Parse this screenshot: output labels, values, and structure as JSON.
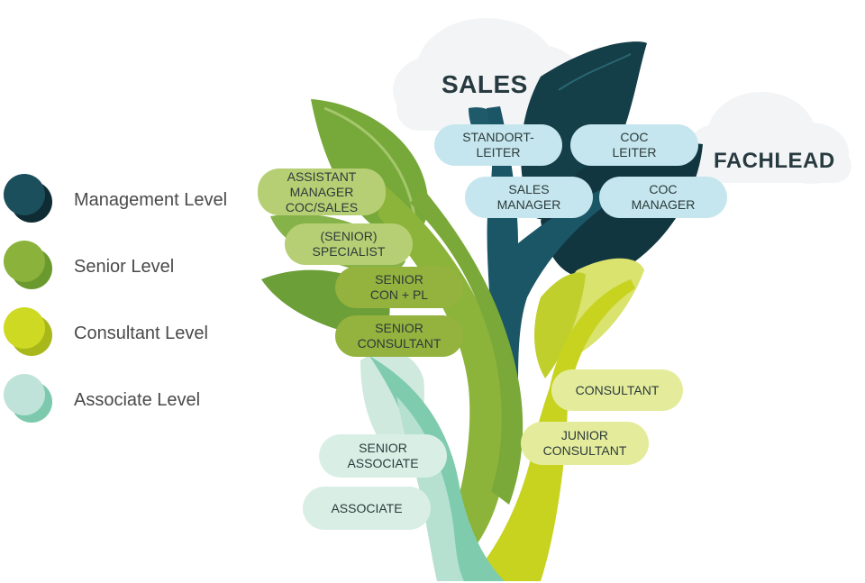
{
  "legend": [
    {
      "label": "Management Level",
      "color": "#1b4f5c",
      "shadow": "#0f2b33"
    },
    {
      "label": "Senior Level",
      "color": "#8bb33c",
      "shadow": "#6a9a2e"
    },
    {
      "label": "Consultant Level",
      "color": "#cdd922",
      "shadow": "#a8b81a"
    },
    {
      "label": "Associate Level",
      "color": "#bfe3d8",
      "shadow": "#7cc9ad"
    }
  ],
  "clouds": {
    "sales": "SALES",
    "fachlead": "FACHLEAD"
  },
  "roles": {
    "management": {
      "standortleiter": "STANDORT-\nLEITER",
      "coc_leiter": "COC\nLEITER",
      "sales_manager": "SALES\nMANAGER",
      "coc_manager": "COC\nMANAGER"
    },
    "senior": {
      "assistant_manager": "ASSISTANT\nMANAGER\nCOC/SALES",
      "specialist": "(SENIOR)\nSPECIALIST",
      "senior_con_pl": "SENIOR\nCON + PL",
      "senior_consultant": "SENIOR\nCONSULTANT"
    },
    "consultant": {
      "consultant": "CONSULTANT",
      "junior_consultant": "JUNIOR\nCONSULTANT"
    },
    "associate": {
      "senior_associate": "SENIOR\nASSOCIATE",
      "associate": "ASSOCIATE"
    }
  },
  "pill_colors": {
    "management": "#c5e6ee",
    "senior_light": "#b7cf74",
    "senior_dark": "#93b23e",
    "consultant": "#e4ec9c",
    "associate": "#d9efe6"
  }
}
